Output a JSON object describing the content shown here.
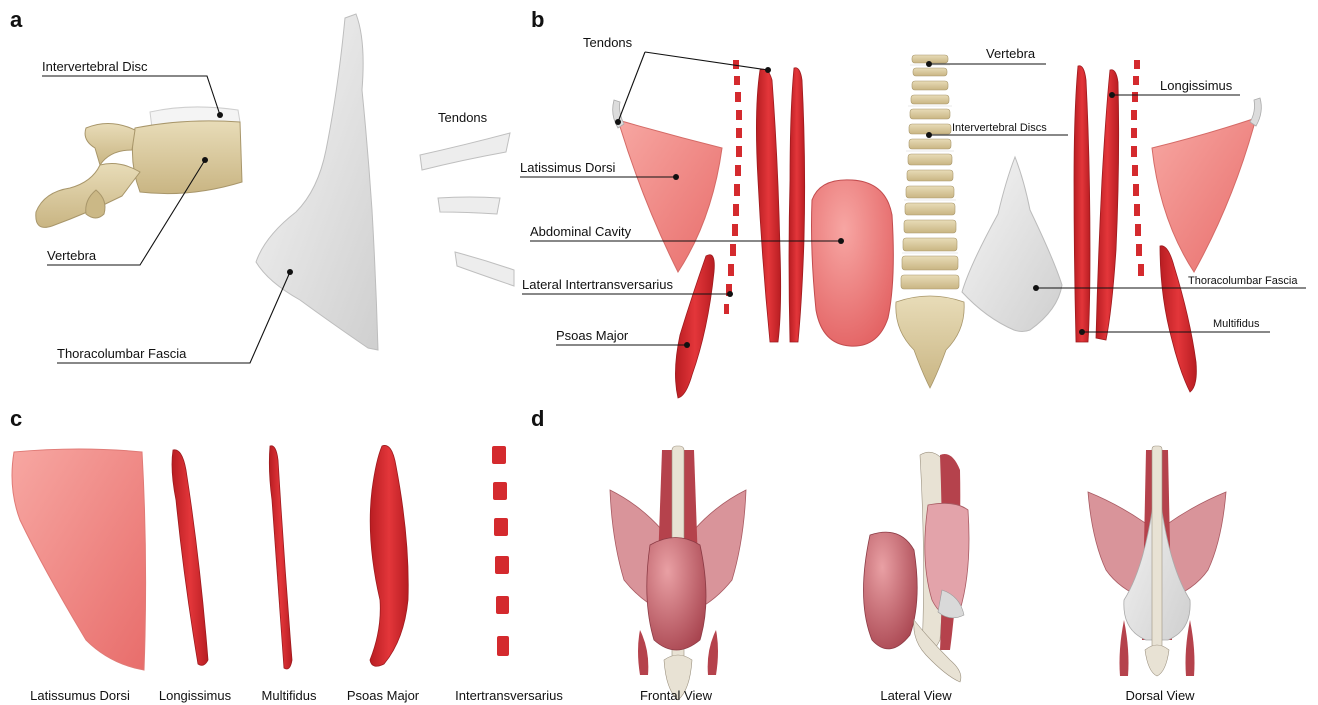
{
  "panels": {
    "a": {
      "letter": "a",
      "labels": {
        "intervertebral_disc": "Intervertebral Disc",
        "vertebra": "Vertebra",
        "thoracolumbar_fascia": "Thoracolumbar Fascia",
        "tendons": "Tendons"
      }
    },
    "b": {
      "letter": "b",
      "labels": {
        "tendons": "Tendons",
        "latissimus_dorsi": "Latissimus Dorsi",
        "abdominal_cavity": "Abdominal Cavity",
        "lateral_intertransversarius": "Lateral Intertransversarius",
        "psoas_major": "Psoas Major",
        "vertebra": "Vertebra",
        "intervertebral_discs": "Intervertebral Discs",
        "longissimus": "Longissimus",
        "thoracolumbar_fascia": "Thoracolumbar Fascia",
        "multifidus": "Multifidus"
      }
    },
    "c": {
      "letter": "c",
      "captions": [
        "Latissumus Dorsi",
        "Longissimus",
        "Multifidus",
        "Psoas Major",
        "Intertransversarius"
      ]
    },
    "d": {
      "letter": "d",
      "captions": [
        "Frontal View",
        "Lateral View",
        "Dorsal View"
      ]
    }
  },
  "colors": {
    "muscle_red": "#d42a2e",
    "muscle_pink": "#f08a86",
    "bone": "#d9c9a0",
    "fascia": "#e6e6e6",
    "cavity": "#ea6d6d"
  }
}
